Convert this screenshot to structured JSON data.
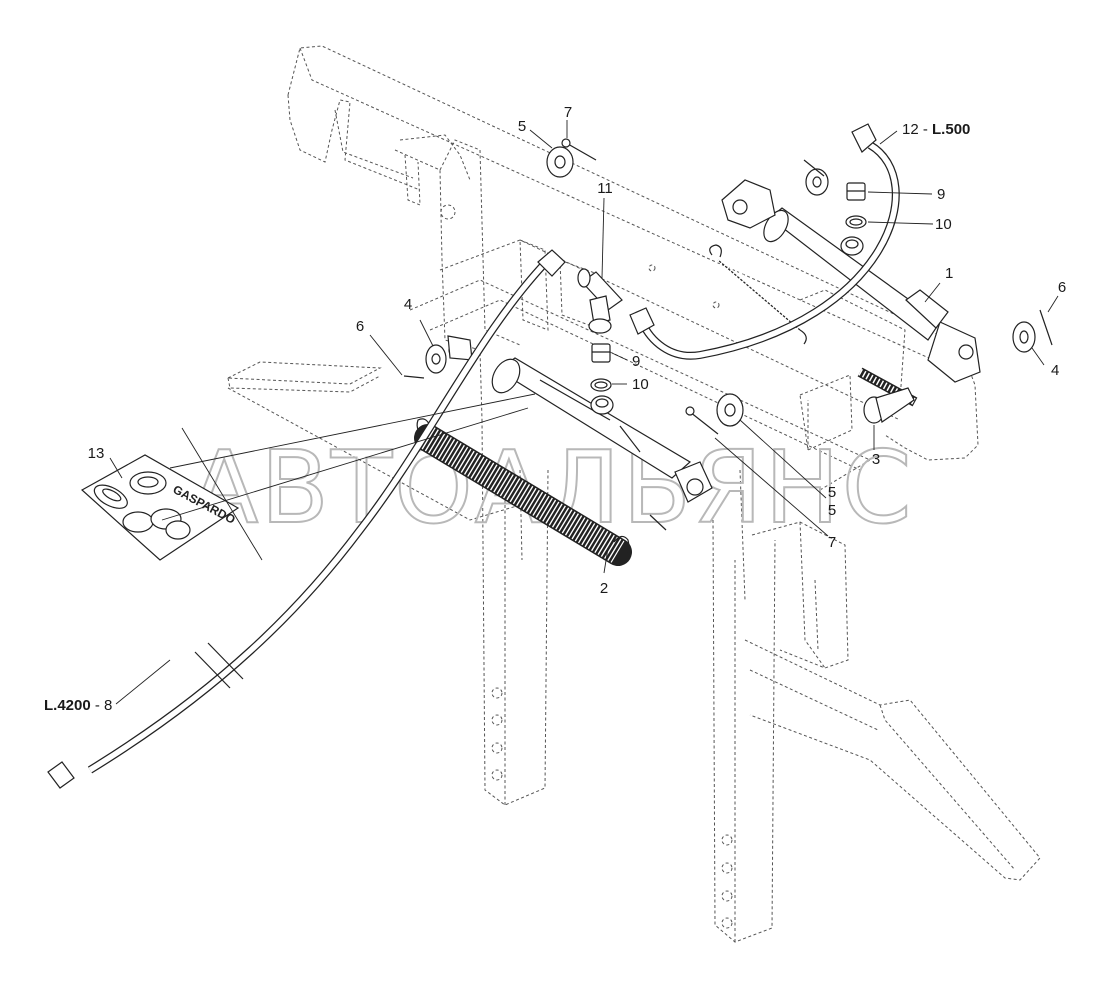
{
  "watermark": "АВТОАЛЬЯНС",
  "bag_print": "GASPARDO",
  "callouts": [
    {
      "id": "c1",
      "parts": [
        {
          "t": "1",
          "b": false
        }
      ]
    },
    {
      "id": "c2",
      "parts": [
        {
          "t": "2",
          "b": false
        }
      ]
    },
    {
      "id": "c3",
      "parts": [
        {
          "t": "3",
          "b": false
        }
      ]
    },
    {
      "id": "c4a",
      "parts": [
        {
          "t": "4",
          "b": false
        }
      ]
    },
    {
      "id": "c4b",
      "parts": [
        {
          "t": "4",
          "b": false
        }
      ]
    },
    {
      "id": "c5a",
      "parts": [
        {
          "t": "5",
          "b": false
        }
      ]
    },
    {
      "id": "c5b",
      "parts": [
        {
          "t": "5",
          "b": false
        }
      ]
    },
    {
      "id": "c5c",
      "parts": [
        {
          "t": "5",
          "b": false
        }
      ]
    },
    {
      "id": "c6a",
      "parts": [
        {
          "t": "6",
          "b": false
        }
      ]
    },
    {
      "id": "c6b",
      "parts": [
        {
          "t": "6",
          "b": false
        }
      ]
    },
    {
      "id": "c7a",
      "parts": [
        {
          "t": "7",
          "b": false
        }
      ]
    },
    {
      "id": "c7b",
      "parts": [
        {
          "t": "7",
          "b": false
        }
      ]
    },
    {
      "id": "c8",
      "parts": [
        {
          "t": "L.4200",
          "b": true
        },
        {
          "t": " - 8",
          "b": false
        }
      ]
    },
    {
      "id": "c9a",
      "parts": [
        {
          "t": "9",
          "b": false
        }
      ]
    },
    {
      "id": "c9b",
      "parts": [
        {
          "t": "9",
          "b": false
        }
      ]
    },
    {
      "id": "c10a",
      "parts": [
        {
          "t": "10",
          "b": false
        }
      ]
    },
    {
      "id": "c10b",
      "parts": [
        {
          "t": "10",
          "b": false
        }
      ]
    },
    {
      "id": "c11",
      "parts": [
        {
          "t": "11",
          "b": false
        }
      ]
    },
    {
      "id": "c12",
      "parts": [
        {
          "t": "12 - ",
          "b": false
        },
        {
          "t": "L.500",
          "b": true
        }
      ]
    },
    {
      "id": "c13",
      "parts": [
        {
          "t": "13",
          "b": false
        }
      ]
    }
  ]
}
